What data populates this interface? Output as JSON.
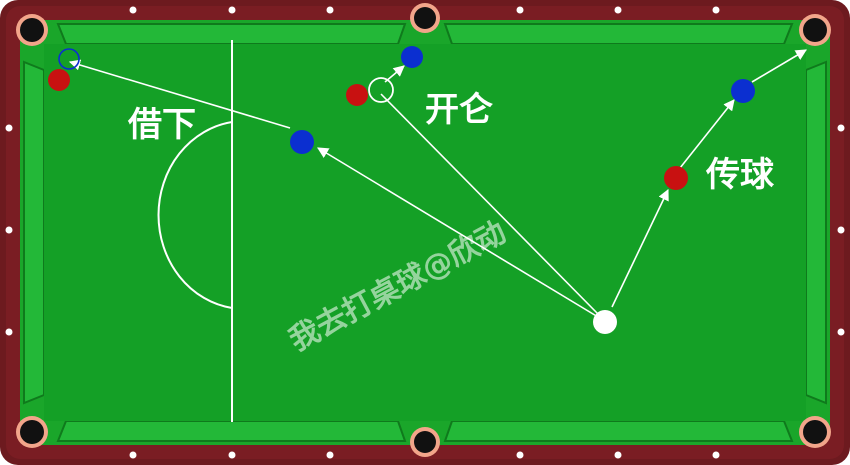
{
  "labels": {
    "bank": "借下",
    "break": "开仑",
    "pass": "传球"
  },
  "watermark": "我去打桌球@欣动",
  "colors": {
    "cloth": "#1aa62a",
    "rail": "#6d1a1f",
    "cushion": "#22b336",
    "red_ball": "#c81111",
    "blue_ball": "#0b2fd0",
    "cue_ball": "#ffffff",
    "line": "#ffffff"
  }
}
